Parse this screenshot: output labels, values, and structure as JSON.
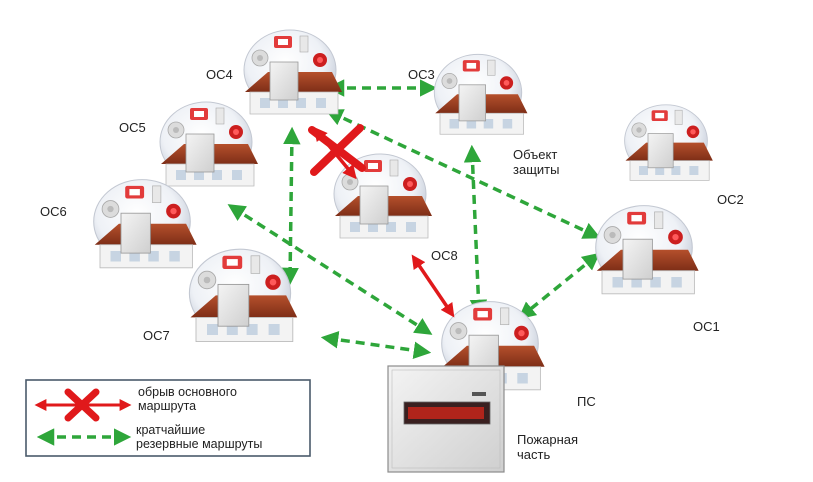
{
  "nodes": {
    "oc1": "ОС1",
    "oc2": "ОС2",
    "oc3": "ОС3",
    "oc4": "ОС4",
    "oc5": "ОС5",
    "oc6": "ОС6",
    "oc7": "ОС7",
    "oc8": "ОС8",
    "ps": "ПС"
  },
  "annotations": {
    "object_protection": "Объект\nзащиты",
    "fire_station": "Пожарная\nчасть"
  },
  "legend": {
    "break_text": "обрыв основного\nмаршрута",
    "backup_text": "кратчайшие\nрезервные маршруты"
  },
  "colors": {
    "backup_route": "#2ea63a",
    "break_mark": "#e0191b",
    "roof": "#9c3a1f",
    "house_wall": "#f2f2f2",
    "panel": "#e4e4e4"
  }
}
